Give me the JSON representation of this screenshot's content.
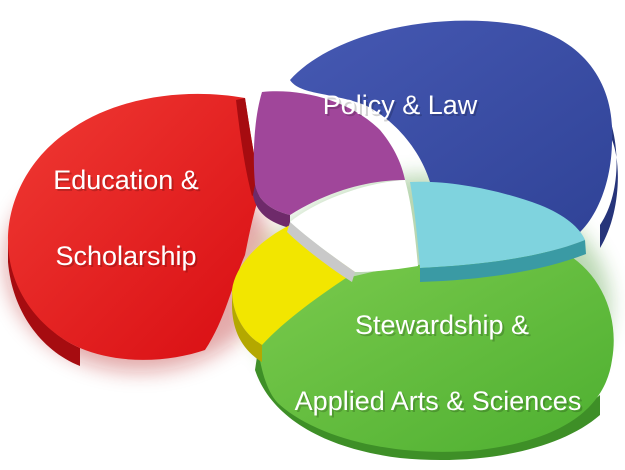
{
  "diagram": {
    "segments": [
      {
        "id": "education",
        "lines": [
          "Education &",
          "Scholarship"
        ],
        "color": "#e3161b",
        "side_color": "#a60c10"
      },
      {
        "id": "policy",
        "lines": [
          "Policy & Law"
        ],
        "color": "#3a4fa6",
        "side_color": "#26347a"
      },
      {
        "id": "stewardship",
        "lines": [
          "Stewardship &",
          "Applied Arts & Sciences"
        ],
        "color": "#5fbf3f",
        "side_color": "#3e8f27"
      }
    ],
    "overlaps": [
      {
        "id": "education-policy",
        "color": "#a0469a"
      },
      {
        "id": "policy-stewardship",
        "color": "#7fd3de"
      },
      {
        "id": "education-stewardship",
        "color": "#f2e600"
      },
      {
        "id": "center",
        "color": "#ffffff"
      }
    ]
  }
}
